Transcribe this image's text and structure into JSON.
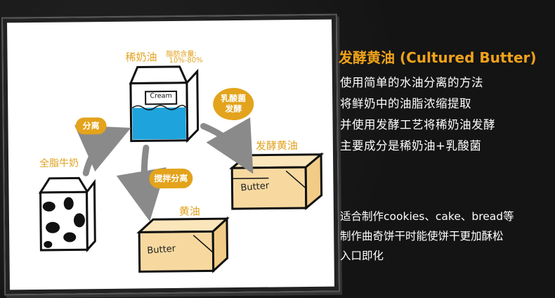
{
  "diagram": {
    "cream_label": "稀奶油",
    "fat_label": "脂肪含量:",
    "fat_value": "10%-80%",
    "cream_carton_text": "Cream",
    "whole_milk_label": "全脂牛奶",
    "separate_label": "分离",
    "bacteria_label_1": "乳酸菌",
    "bacteria_label_2": "发酵",
    "cultured_butter_label": "发酵黄油",
    "stir_label": "搅拌分离",
    "butter_label": "黄油",
    "butter_block_text": "Butter",
    "cultured_block_text": "Butter"
  },
  "info": {
    "title": "发酵黄油 (Cultured Butter)",
    "lines": [
      "使用简单的水油分离的方法",
      "将鲜奶中的油脂浓缩提取",
      "并使用发酵工艺将稀奶油发酵",
      "主要成分是稀奶油+乳酸菌"
    ],
    "notes": [
      "适合制作cookies、cake、bread等",
      "制作曲奇饼干时能使饼干更加酥松",
      "入口即化"
    ]
  },
  "colors": {
    "accent": "#e3a31c",
    "cream_blue": "#1ea3dc",
    "butter": "#f7d9a0"
  }
}
